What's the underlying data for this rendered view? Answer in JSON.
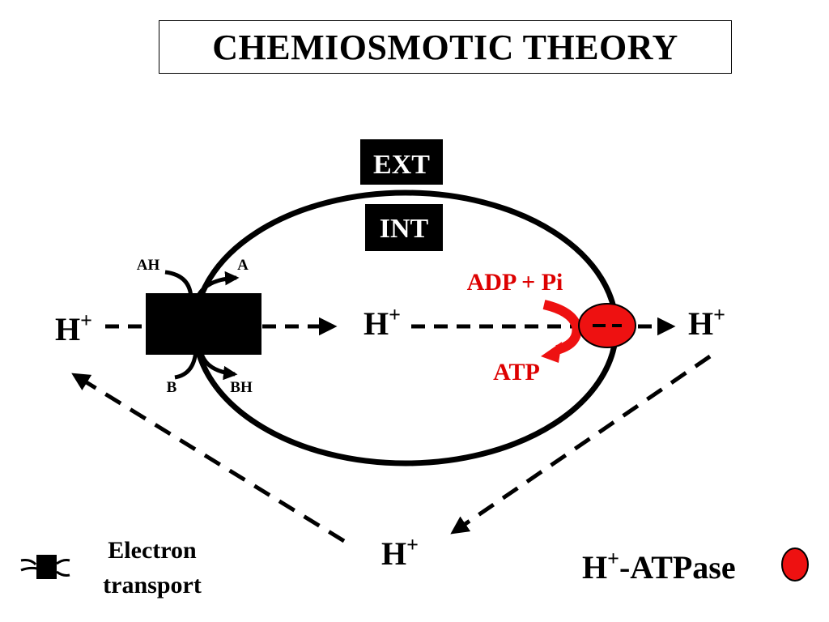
{
  "title": "CHEMIOSMOTIC THEORY",
  "compartments": {
    "external": "EXT",
    "internal": "INT"
  },
  "electron_transport": {
    "substrate_top_left": "AH",
    "product_top_right": "A",
    "substrate_bottom_left": "B",
    "product_bottom_right": "BH"
  },
  "proton": {
    "symbol": "H",
    "charge": "+"
  },
  "atpase": {
    "reactants": "ADP + Pi",
    "product": "ATP"
  },
  "legend": {
    "electron_transport_line1": "Electron",
    "electron_transport_line2": "transport",
    "atpase_label": "-ATPase"
  },
  "colors": {
    "atpase": "#ee1111",
    "atp_text": "#dd0000",
    "line": "#000000"
  }
}
